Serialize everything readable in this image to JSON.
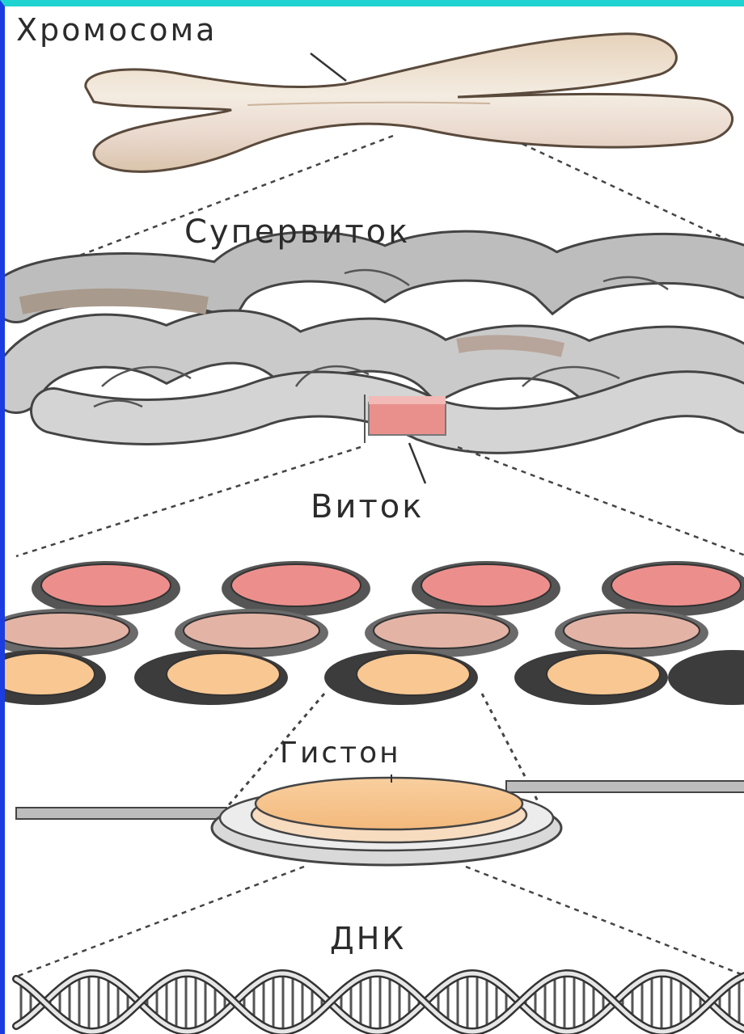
{
  "labels": {
    "chromosome": "Хромосома",
    "supercoil": "Супервиток",
    "coil": "Виток",
    "histone": "Гистон",
    "dna": "ДНК"
  },
  "colors": {
    "chromosome_fill": "#ead9c4",
    "supercoil_fill": "#c8c8c8",
    "nucleosome_pink": "#ec8f8c",
    "histone_orange": "#f8c792",
    "outline": "#333333",
    "frame_top": "#1fd3d0",
    "frame_left": "#1b3ce0"
  }
}
